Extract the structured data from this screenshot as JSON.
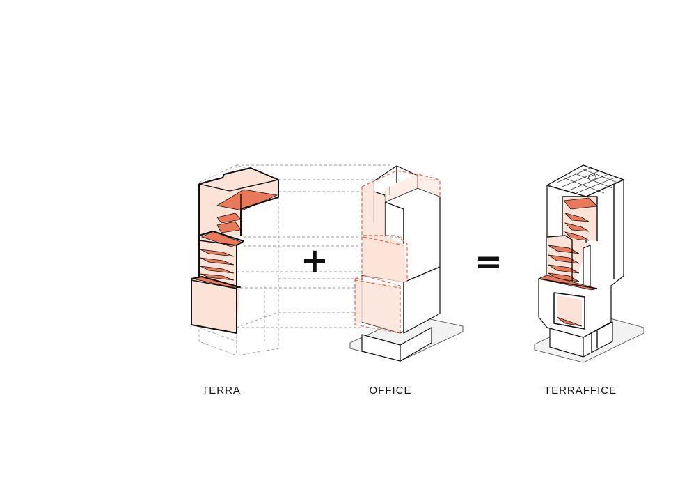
{
  "labels": {
    "terra": "TERRA",
    "office": "OFFICE",
    "terraffice": "TERRAFFICE"
  },
  "operators": {
    "plus": "+",
    "equals": "="
  },
  "colors": {
    "fill_light": "#fbe3d8",
    "fill_accent": "#e8795a",
    "line": "#111111",
    "dash_grey": "#9a9a9a",
    "dash_red": "#e0664f"
  }
}
